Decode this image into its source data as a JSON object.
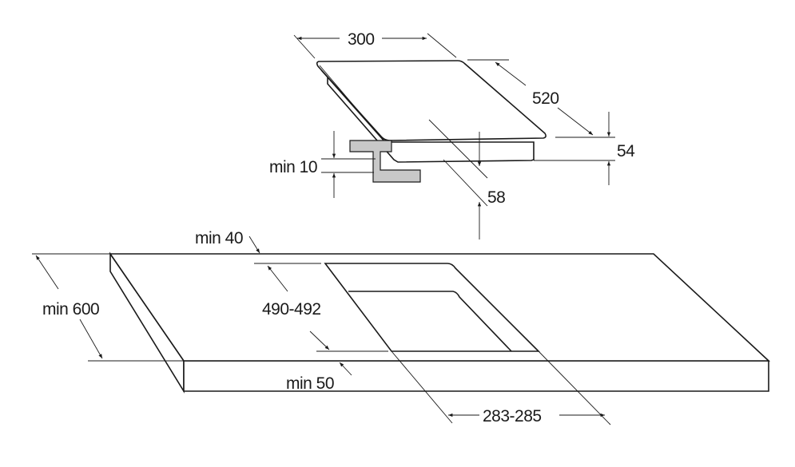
{
  "diagram": {
    "hob_dimensions": {
      "width": "300",
      "depth": "520",
      "height": "54",
      "depth_below_counter": "58",
      "min_clearance": "min 10"
    },
    "cutout_dimensions": {
      "min_back_edge": "min 40",
      "min_countertop_depth": "min 600",
      "cutout_depth": "490-492",
      "min_front_edge": "min 50",
      "cutout_width": "283-285"
    },
    "colors": {
      "line": "#1a1a1a",
      "bracket": "#c8c8c8"
    }
  }
}
